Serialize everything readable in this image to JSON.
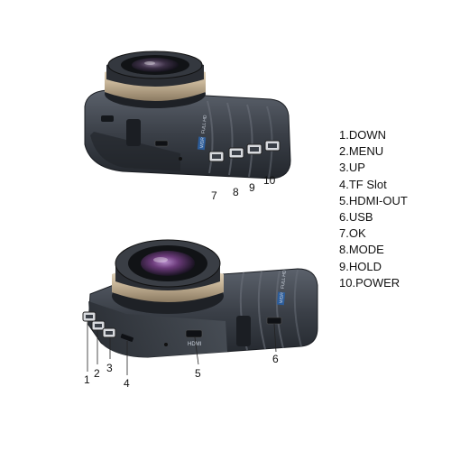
{
  "legend": [
    "1.DOWN",
    "2.MENU",
    "3.UP",
    "4.TF Slot",
    "5.HDMI-OUT",
    "6.USB",
    "7.OK",
    "8.MODE",
    "9.HOLD",
    "10.POWER"
  ],
  "top_view": {
    "callouts": [
      "7",
      "8",
      "9",
      "10"
    ],
    "body_label": "FULL HD",
    "badge": "WDR"
  },
  "bottom_view": {
    "callouts": [
      "1",
      "2",
      "3",
      "4",
      "5",
      "6"
    ],
    "body_label": "FULL HD",
    "badge": "WDR",
    "hdmi_label": "HDMI"
  },
  "colors": {
    "body": "#3a3f47",
    "body_highlight": "#5b616b",
    "lens_ring": "#c9b79a",
    "lens_glass": "#6b3b7a"
  }
}
